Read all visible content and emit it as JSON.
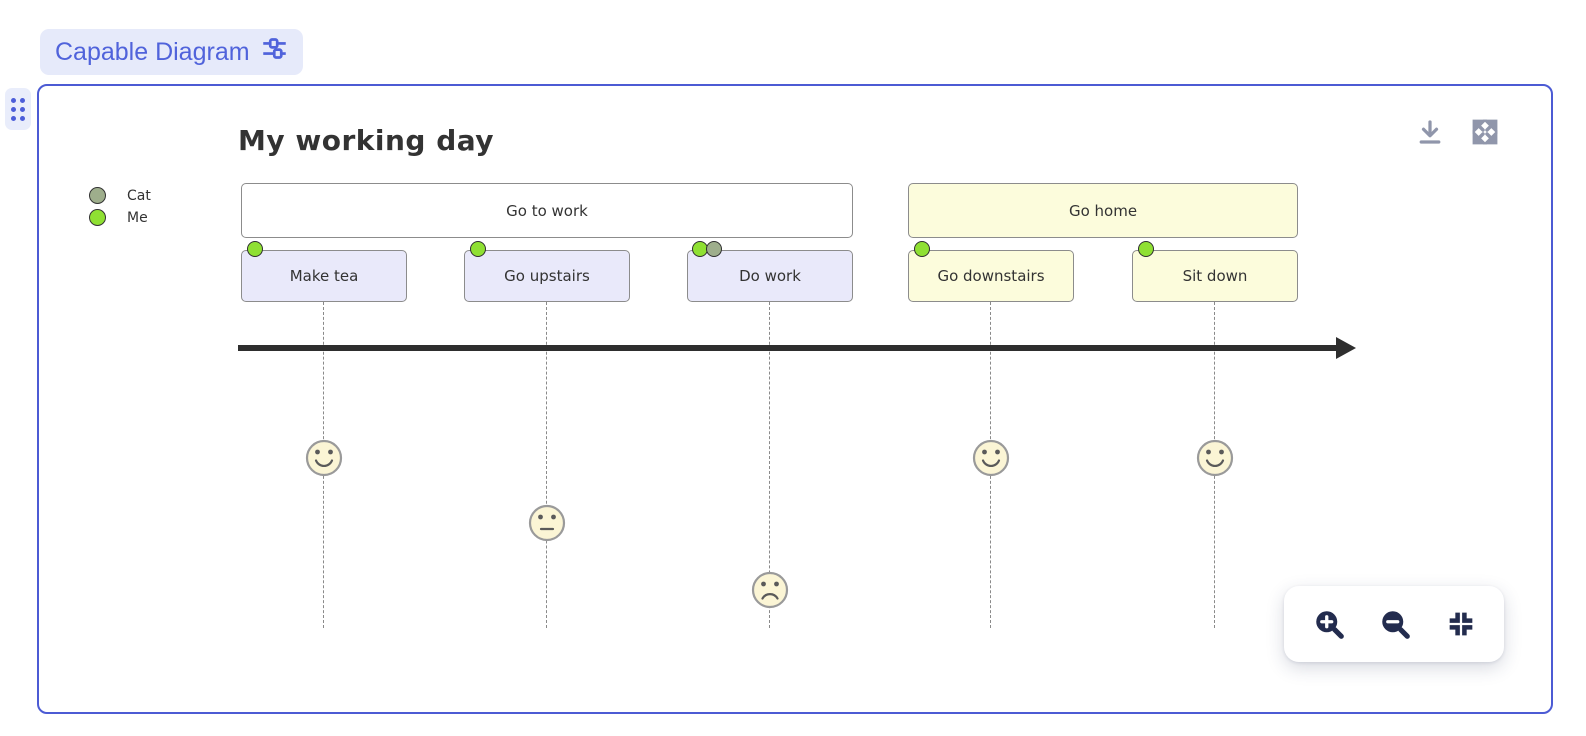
{
  "header": {
    "label": "Capable Diagram"
  },
  "toolbar": {
    "download_icon": "download-icon",
    "expand_icon": "expand-arrows-icon"
  },
  "zoom_controls": {
    "zoom_in": "zoom-in",
    "zoom_out": "zoom-out",
    "reset_view": "fit-view"
  },
  "diagram": {
    "type": "user-journey",
    "title": "My working day",
    "legend": [
      {
        "label": "Cat",
        "color": "#9eae8c"
      },
      {
        "label": "Me",
        "color": "#8fe033"
      }
    ],
    "sections": [
      {
        "label": "Go to work",
        "fill": "#ffffff"
      },
      {
        "label": "Go home",
        "fill": "#fcfcdc"
      }
    ],
    "tasks": [
      {
        "label": "Make tea",
        "section": "Go to work",
        "face": "happy",
        "score": 5,
        "actors": [
          "Me"
        ]
      },
      {
        "label": "Go upstairs",
        "section": "Go to work",
        "face": "neutral",
        "score": 3,
        "actors": [
          "Me"
        ]
      },
      {
        "label": "Do work",
        "section": "Go to work",
        "face": "sad",
        "score": 1,
        "actors": [
          "Me",
          "Cat"
        ]
      },
      {
        "label": "Go downstairs",
        "section": "Go home",
        "face": "happy",
        "score": 5,
        "actors": [
          "Me"
        ]
      },
      {
        "label": "Sit down",
        "section": "Go home",
        "face": "happy",
        "score": 5,
        "actors": [
          "Me"
        ]
      }
    ],
    "colors": {
      "accent": "#5063db",
      "canvas_border": "#4c5bd4",
      "task_section1": "#e9e9fa",
      "task_section2": "#fcfcdc",
      "face_fill": "#fbf5d5",
      "arrow": "#2e2e2e"
    }
  }
}
